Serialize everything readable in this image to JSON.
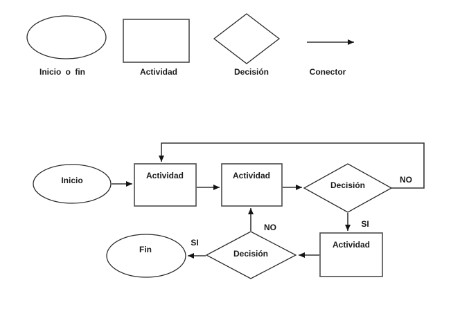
{
  "colors": {
    "background": "#ffffff",
    "connector_line": "#333333",
    "arrowhead": "#141414",
    "box_border": "#4a4a4a",
    "shape_border": "#2a2a2a",
    "text": "#1b1b1b"
  },
  "legend": {
    "items": [
      {
        "shape": "ellipse",
        "label": "Inicio o fin"
      },
      {
        "shape": "rectangle",
        "label": "Actividad"
      },
      {
        "shape": "diamond",
        "label": "Decisión"
      },
      {
        "shape": "arrow",
        "label": "Conector"
      }
    ]
  },
  "flowchart": {
    "nodes": [
      {
        "id": "inicio",
        "type": "ellipse",
        "label": "Inicio"
      },
      {
        "id": "actividad-1",
        "type": "rectangle",
        "label": "Actividad"
      },
      {
        "id": "actividad-2",
        "type": "rectangle",
        "label": "Actividad"
      },
      {
        "id": "decision-1",
        "type": "diamond",
        "label": "Decisión"
      },
      {
        "id": "actividad-3",
        "type": "rectangle",
        "label": "Actividad"
      },
      {
        "id": "decision-2",
        "type": "diamond",
        "label": "Decisión"
      },
      {
        "id": "fin",
        "type": "ellipse",
        "label": "Fin"
      }
    ],
    "edges": [
      {
        "from": "inicio",
        "to": "actividad-1",
        "label": ""
      },
      {
        "from": "actividad-1",
        "to": "actividad-2",
        "label": ""
      },
      {
        "from": "actividad-2",
        "to": "decision-1",
        "label": ""
      },
      {
        "from": "decision-1",
        "to": "actividad-1",
        "label": "NO"
      },
      {
        "from": "decision-1",
        "to": "actividad-3",
        "label": "SI"
      },
      {
        "from": "actividad-3",
        "to": "decision-2",
        "label": ""
      },
      {
        "from": "decision-2",
        "to": "actividad-2",
        "label": "NO"
      },
      {
        "from": "decision-2",
        "to": "fin",
        "label": "SI"
      }
    ]
  }
}
